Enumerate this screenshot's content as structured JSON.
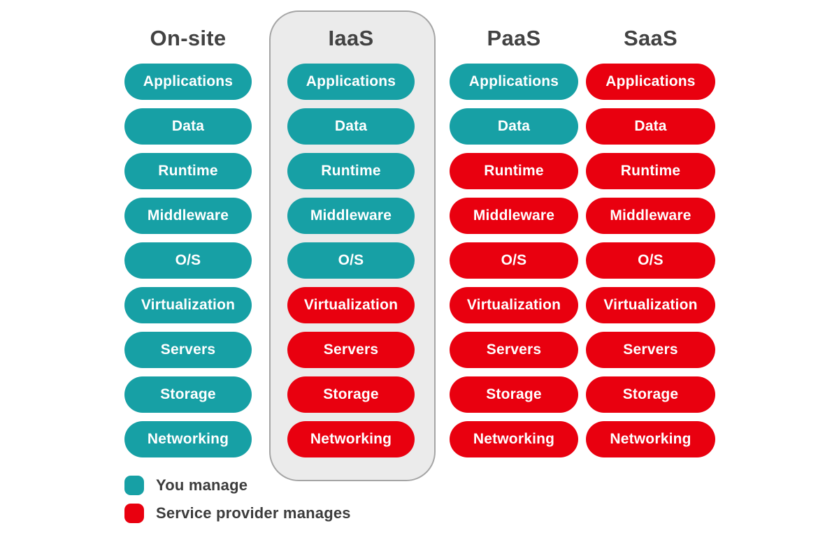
{
  "layers": [
    "Applications",
    "Data",
    "Runtime",
    "Middleware",
    "O/S",
    "Virtualization",
    "Servers",
    "Storage",
    "Networking"
  ],
  "columns": [
    {
      "title": "On-site",
      "highlighted": false,
      "managed_by": [
        "you",
        "you",
        "you",
        "you",
        "you",
        "you",
        "you",
        "you",
        "you"
      ]
    },
    {
      "title": "IaaS",
      "highlighted": true,
      "managed_by": [
        "you",
        "you",
        "you",
        "you",
        "you",
        "provider",
        "provider",
        "provider",
        "provider"
      ]
    },
    {
      "title": "PaaS",
      "highlighted": false,
      "managed_by": [
        "you",
        "you",
        "provider",
        "provider",
        "provider",
        "provider",
        "provider",
        "provider",
        "provider"
      ]
    },
    {
      "title": "SaaS",
      "highlighted": false,
      "managed_by": [
        "provider",
        "provider",
        "provider",
        "provider",
        "provider",
        "provider",
        "provider",
        "provider",
        "provider"
      ]
    }
  ],
  "legend": [
    {
      "key": "you",
      "label": "You manage",
      "color": "#17a0a5"
    },
    {
      "key": "provider",
      "label": "Service provider manages",
      "color": "#e9000f"
    }
  ],
  "colors": {
    "you_manage": "#17a0a5",
    "provider_manages": "#e9000f",
    "highlight_bg": "#ebebeb",
    "highlight_border": "#a5a5a5",
    "title_text": "#424242",
    "legend_text": "#3c3c3c",
    "pill_text": "#ffffff",
    "background": "#ffffff"
  }
}
